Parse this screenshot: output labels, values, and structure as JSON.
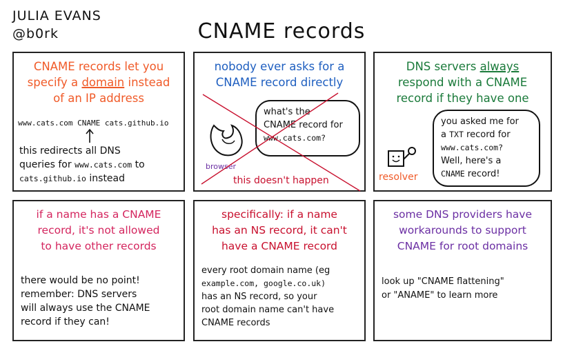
{
  "author": {
    "name": "JULIA EVANS",
    "handle": "@b0rk"
  },
  "title": "CNAME records",
  "colors": {
    "orange": "#f05a28",
    "blue": "#1f5fc0",
    "green": "#1a7a3a",
    "pink": "#d4255e",
    "red": "#c8102e",
    "purple": "#6b2fa3"
  },
  "panels": [
    {
      "heading": [
        "CNAME records let you",
        "specify a",
        "domain",
        "instead",
        "of an IP address"
      ],
      "example": "www.cats.com CNAME cats.github.io",
      "body": [
        "this redirects all DNS",
        "queries for",
        "www.cats.com",
        "to",
        "cats.github.io",
        "instead"
      ]
    },
    {
      "heading": [
        "nobody ever asks for a",
        "CNAME record directly"
      ],
      "bubble": [
        "what's the",
        "CNAME record for",
        "www.cats.com?"
      ],
      "browser_label": "browser",
      "caption": "this doesn't happen"
    },
    {
      "heading": [
        "DNS servers",
        "always",
        "respond with a CNAME",
        "record if they have one"
      ],
      "bubble": [
        "you asked me for",
        "a",
        "TXT",
        "record for",
        "www.cats.com?",
        "Well, here's a",
        "CNAME",
        "record!"
      ],
      "resolver_label": "resolver"
    },
    {
      "heading": [
        "if a name has a CNAME",
        "record, it's not allowed",
        "to have other records"
      ],
      "body": [
        "there would be no point!",
        "remember: DNS servers",
        "will always use the CNAME",
        "record if they can!"
      ]
    },
    {
      "heading": [
        "specifically: if a name",
        "has an NS record, it can't",
        "have a CNAME record"
      ],
      "body": [
        "every root domain name (eg",
        "example.com, google.co.uk)",
        "has an NS record, so your",
        "root domain name can't have",
        "CNAME records"
      ]
    },
    {
      "heading": [
        "some DNS providers have",
        "workarounds to support",
        "CNAME for root domains"
      ],
      "body": [
        "look up \"CNAME flattening\"",
        "or \"ANAME\" to learn more"
      ]
    }
  ]
}
